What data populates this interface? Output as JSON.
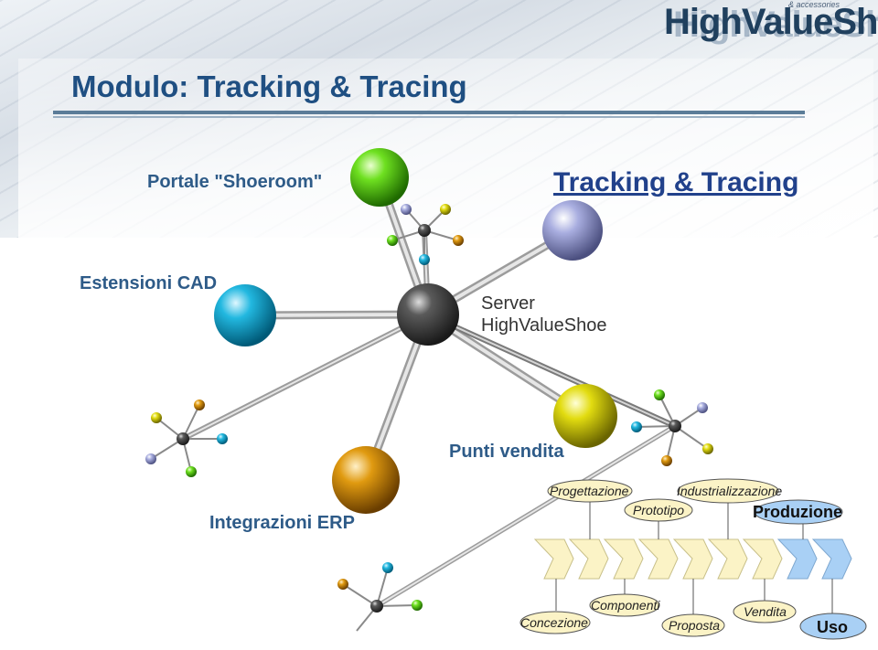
{
  "slide": {
    "title": "Modulo: Tracking & Tracing"
  },
  "logo": {
    "name": "HighValueShoe",
    "tagline": "& accessories"
  },
  "nodes": {
    "portale": "Portale \"Shoeroom\"",
    "tracking": "Tracking & Tracing",
    "cad": "Estensioni CAD",
    "server_line1": "Server",
    "server_line2": "HighValueShoe",
    "vendita": "Punti vendita",
    "erp": "Integrazioni ERP"
  },
  "colors": {
    "title": "#1f4f82",
    "label": "#2e5b88",
    "tracking": "#21418b",
    "sphere_green": "#48c010",
    "sphere_lavender": "#9aa0d4",
    "sphere_cyan": "#1aa9d1",
    "sphere_dark": "#4d4d4d",
    "sphere_yellow": "#d4d010",
    "sphere_orange": "#d08a08",
    "chevron": "#fbf3c6",
    "chevron_active": "#a9d0f5"
  },
  "lifecycle": {
    "phases_top": [
      "Progettazione",
      "Prototipo",
      "Industrializzazione",
      "Produzione"
    ],
    "phases_bottom": [
      "Concezione",
      "Componenti",
      "Proposta",
      "Vendita",
      "Uso"
    ],
    "chevron_count": 9,
    "active_chevrons": [
      7,
      8
    ]
  }
}
